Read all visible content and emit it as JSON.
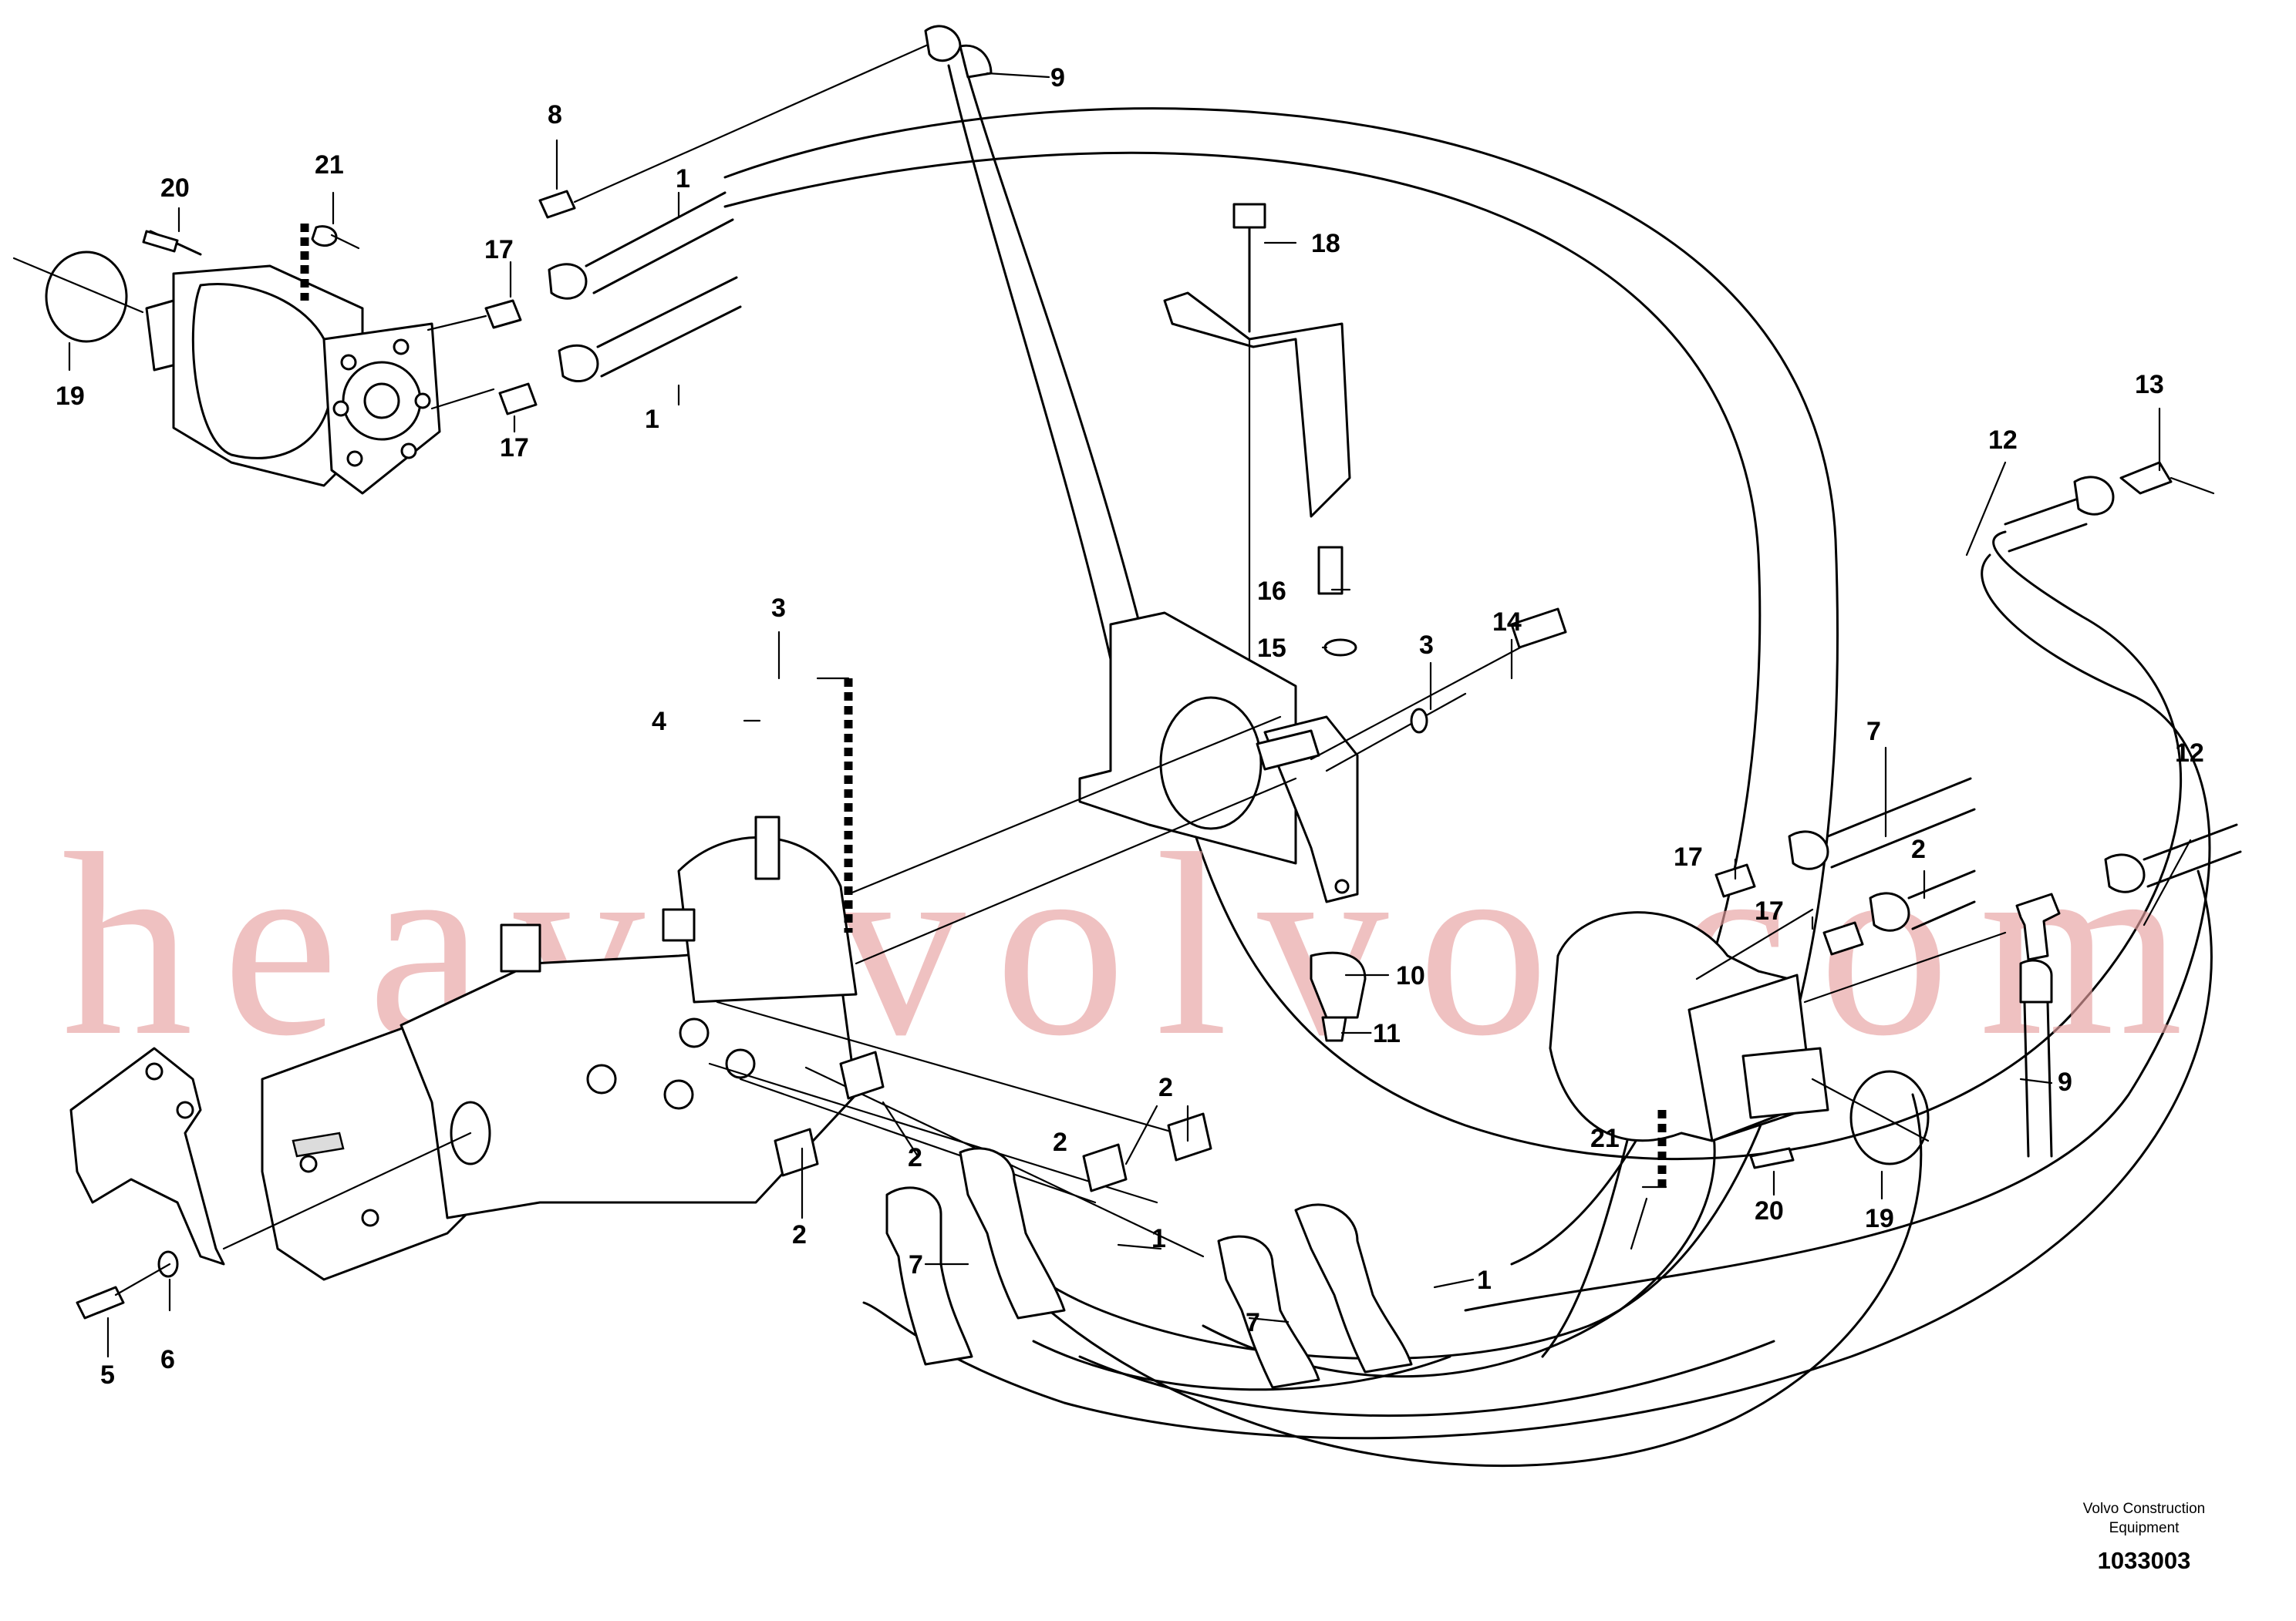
{
  "watermark": "heavyvolvo.com",
  "brand": {
    "line1": "Volvo Construction",
    "line2": "Equipment"
  },
  "drawing_number": "1033003",
  "callouts": {
    "c1a": "1",
    "c1b": "1",
    "c1c": "1",
    "c1d": "1",
    "c2a": "2",
    "c2b": "2",
    "c2c": "2",
    "c2d": "2",
    "c2e": "2",
    "c3a": "3",
    "c3b": "3",
    "c4": "4",
    "c5": "5",
    "c6": "6",
    "c7a": "7",
    "c7b": "7",
    "c7c": "7",
    "c8": "8",
    "c9a": "9",
    "c9b": "9",
    "c10": "10",
    "c11": "11",
    "c12a": "12",
    "c12b": "12",
    "c13": "13",
    "c14": "14",
    "c15": "15",
    "c16": "16",
    "c17a": "17",
    "c17b": "17",
    "c17c": "17",
    "c17d": "17",
    "c18": "18",
    "c19a": "19",
    "c19b": "19",
    "c20a": "20",
    "c20b": "20",
    "c21a": "21",
    "c21b": "21"
  }
}
